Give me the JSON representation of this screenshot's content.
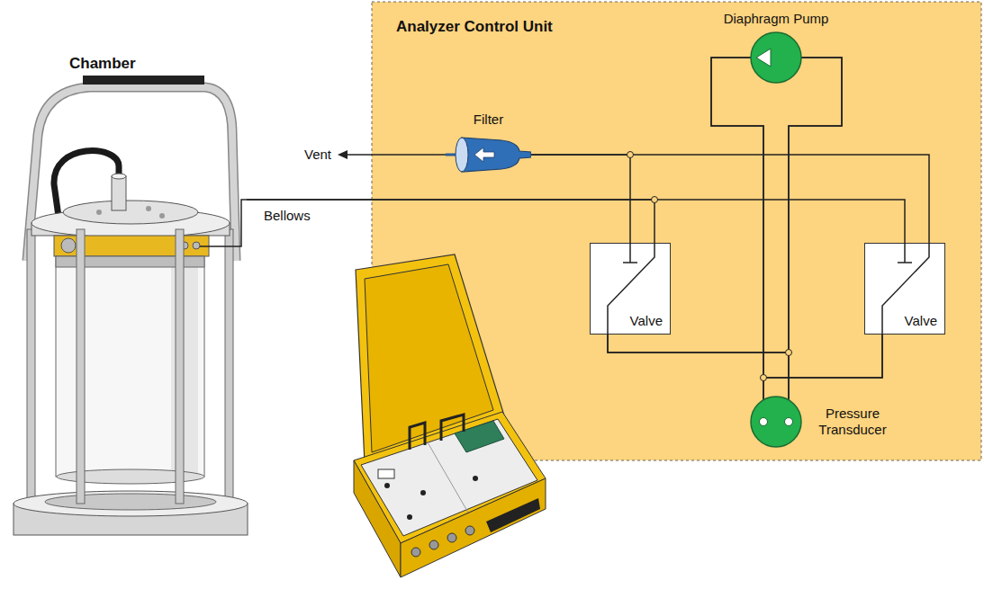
{
  "diagram": {
    "nodes": [
      {
        "text": [
          "Chamber"
        ]
      },
      {
        "text": [
          "Analyzer Control Unit"
        ]
      },
      {
        "text": [
          "Diaphragm Pump"
        ],
        "in": 1
      },
      {
        "text": [
          "Filter"
        ],
        "in": 1
      },
      {
        "text": [
          "Valve"
        ],
        "in": 1
      },
      {
        "text": [
          "Valve"
        ],
        "in": 1
      },
      {
        "text": [
          "Pressure Transducer"
        ],
        "in": 1
      }
    ],
    "edges": [
      {
        "from": 3,
        "to": 4,
        "arrow": "none"
      },
      {
        "from": 3,
        "to": 5,
        "arrow": "none"
      },
      {
        "from": 0,
        "to": 4,
        "arrow": "none"
      },
      {
        "from": 0,
        "to": 5,
        "arrow": "none"
      },
      {
        "from": 2,
        "to": 6,
        "arrow": "none"
      },
      {
        "from": 2,
        "to": 6,
        "arrow": "none"
      },
      {
        "from": 4,
        "to": 2,
        "arrow": "none"
      },
      {
        "from": 4,
        "to": 6,
        "arrow": "none"
      },
      {
        "from": 5,
        "to": 2,
        "arrow": "none"
      },
      {
        "from": 5,
        "to": 6,
        "arrow": "none"
      }
    ],
    "labels": [
      "Vent",
      "Bellows"
    ]
  }
}
